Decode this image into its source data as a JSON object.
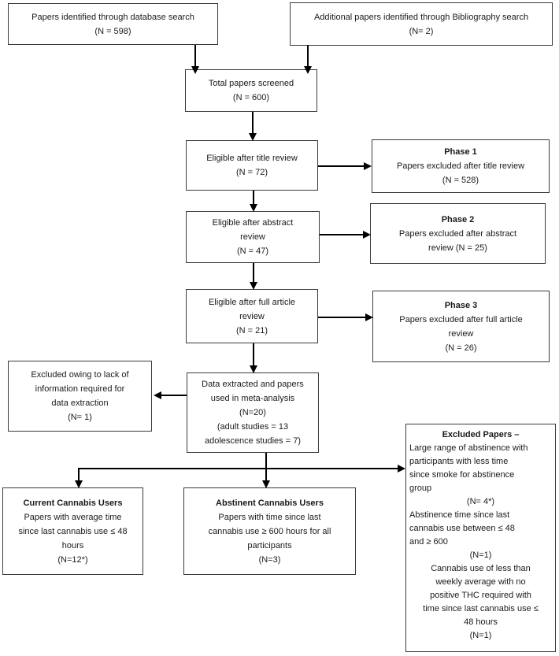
{
  "boxes": {
    "database_search": {
      "lines": [
        "Papers identified through database search",
        "(N = 598)"
      ]
    },
    "bibliography_search": {
      "lines": [
        "Additional papers identified through Bibliography search",
        "(N= 2)"
      ]
    },
    "total_screened": {
      "lines": [
        "Total papers screened",
        "(N = 600)"
      ]
    },
    "title_review": {
      "lines": [
        "Eligible after title review",
        "(N = 72)"
      ]
    },
    "phase1": {
      "title": "Phase 1",
      "lines": [
        "Papers excluded after title review",
        "(N = 528)"
      ]
    },
    "abstract_review": {
      "lines": [
        "Eligible after abstract",
        "review",
        "(N = 47)"
      ]
    },
    "phase2": {
      "title": "Phase 2",
      "lines": [
        "Papers excluded after abstract",
        "review (N = 25)"
      ]
    },
    "full_article_review": {
      "lines": [
        "Eligible after full article",
        "review",
        "(N = 21)"
      ]
    },
    "phase3": {
      "title": "Phase 3",
      "lines": [
        "Papers excluded after full article",
        "review",
        "(N = 26)"
      ]
    },
    "excluded_data_extraction": {
      "lines": [
        "Excluded owing to lack of",
        "information required for",
        "data extraction",
        "(N= 1)"
      ]
    },
    "data_extracted": {
      "lines": [
        "Data extracted and papers",
        "used in meta-analysis",
        "(N=20)",
        "(adult studies = 13",
        "adolescence studies = 7)"
      ]
    },
    "current_users": {
      "title": "Current Cannabis Users",
      "lines": [
        "Papers with average time",
        "since last cannabis use ≤ 48",
        "hours",
        "(N=12*)"
      ]
    },
    "abstinent_users": {
      "title": "Abstinent Cannabis Users",
      "lines": [
        "Papers with time since last",
        "cannabis use ≥ 600 hours for all",
        "participants",
        "(N=3)"
      ]
    },
    "excluded_papers": {
      "title": "Excluded Papers –",
      "lines": [
        "Large range of abstinence with",
        "participants with less time",
        "since smoke for abstinence",
        "group",
        "(N= 4*)",
        "Abstinence time since last",
        "cannabis use between ≤ 48",
        "and ≥ 600",
        "(N=1)",
        "Cannabis use of less than",
        "weekly average with no",
        "positive THC required with",
        "time since last cannabis use ≤",
        "48 hours",
        "(N=1)"
      ]
    }
  },
  "colors": {
    "background": "#ffffff",
    "box_border": "#3a3a3a",
    "text": "#1a1a1a",
    "arrow": "#000000"
  }
}
